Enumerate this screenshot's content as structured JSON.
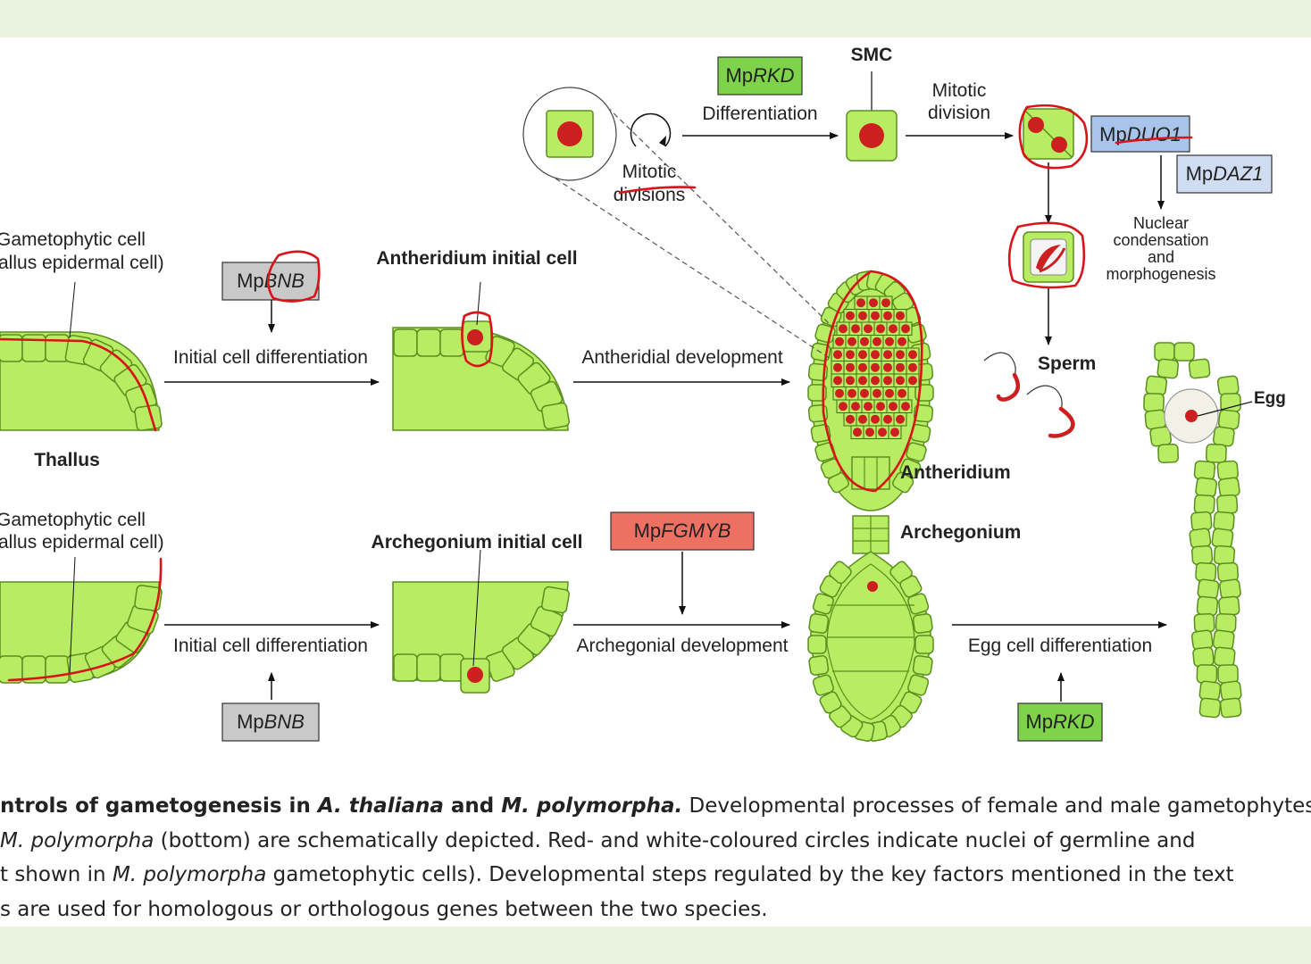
{
  "labels": {
    "smc": "SMC",
    "mitotic_division": [
      "Mitotic",
      "division"
    ],
    "mitotic_divisions": [
      "Mitotic",
      "divisions"
    ],
    "differentiation": "Differentiation",
    "gametophytic_cell_top": [
      "Gametophytic cell",
      "allus epidermal cell)"
    ],
    "gametophytic_cell_bottom": [
      "Gametophytic cell",
      "allus epidermal cell)"
    ],
    "antheridium_initial_cell": "Antheridium initial cell",
    "archegonium_initial_cell": "Archegonium initial cell",
    "initial_cell_diff_top": "Initial cell differentiation",
    "initial_cell_diff_bottom": "Initial cell differentiation",
    "antheridial_development": "Antheridial development",
    "archegonial_development": "Archegonial development",
    "egg_cell_differentiation": "Egg cell differentiation",
    "thallus": "Thallus",
    "antheridium": "Antheridium",
    "archegonium": "Archegonium",
    "sperm": "Sperm",
    "egg": "Egg",
    "nuclear": [
      "Nuclear",
      "condensation",
      "and",
      "morphogenesis"
    ]
  },
  "genes": {
    "rkd_top": {
      "prefix": "Mp",
      "name": "RKD"
    },
    "duo1": {
      "prefix": "Mp",
      "name": "DUO1"
    },
    "daz1": {
      "prefix": "Mp",
      "name": "DAZ1"
    },
    "bnb_top": {
      "prefix": "Mp",
      "name": "BNB"
    },
    "fgmyb": {
      "prefix": "Mp",
      "name": "FGMYB"
    },
    "bnb_bottom": {
      "prefix": "Mp",
      "name": "BNB"
    },
    "rkd_bottom": {
      "prefix": "Mp",
      "name": "RKD"
    }
  },
  "colors": {
    "cell_fill": "#b8ec62",
    "cell_stroke": "#5a8f1f",
    "nucleus": "#cc1f1f",
    "annotation": "#d81418",
    "box_green": "#7ed34a",
    "box_gray": "#c9c9c9",
    "box_blue": "#a9c4ea",
    "box_red": "#ee7063"
  },
  "caption": {
    "lines": [
      [
        {
          "t": "ntrols of gametogenesis in ",
          "s": "b"
        },
        {
          "t": "A. thaliana",
          "s": "bi"
        },
        {
          "t": " and ",
          "s": "b"
        },
        {
          "t": "M. polymorpha.",
          "s": "bi"
        },
        {
          "t": " Developmental processes of female and male gametophytes",
          "s": "n"
        }
      ],
      [
        {
          "t": "M. polymorpha",
          "s": "i"
        },
        {
          "t": " (bottom) are schematically depicted. Red- and white-coloured circles indicate nuclei of germline and",
          "s": "n"
        }
      ],
      [
        {
          "t": "t shown in ",
          "s": "n"
        },
        {
          "t": "M. polymorpha",
          "s": "i"
        },
        {
          "t": " gametophytic cells). Developmental steps regulated by the key factors mentioned in the text",
          "s": "n"
        }
      ],
      [
        {
          "t": "s are used for homologous or orthologous genes between the two species.",
          "s": "n"
        }
      ]
    ]
  }
}
